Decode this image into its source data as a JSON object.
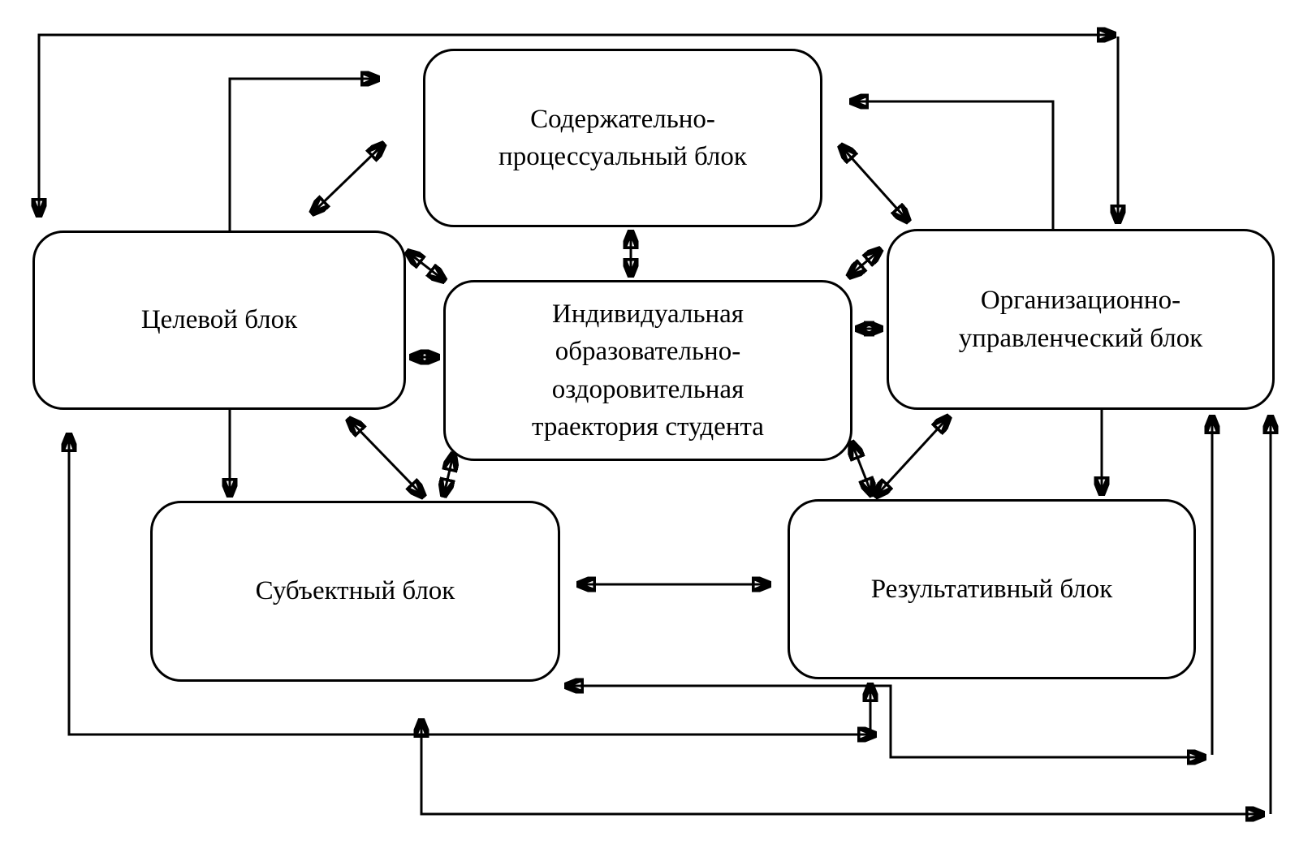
{
  "diagram": {
    "language": "ru",
    "colors": {
      "stroke": "#000000",
      "node_fill": "#ffffff",
      "background": "#ffffff"
    },
    "nodes": {
      "content": {
        "label": "Содержательно-\nпроцессуальный блок"
      },
      "target": {
        "label": "Целевой блок"
      },
      "trajectory": {
        "label": "Индивидуальная\nобразовательно-\nоздоровительная\nтраектория студента"
      },
      "org": {
        "label": "Организационно-\nуправленческий блок"
      },
      "subject": {
        "label": "Субъектный блок"
      },
      "result": {
        "label": "Результативный блок"
      }
    },
    "edges": [
      {
        "between": [
          "target",
          "content"
        ],
        "style": "diagonal",
        "double": true
      },
      {
        "between": [
          "target",
          "content"
        ],
        "style": "elbow-up-right",
        "double": false,
        "arrow_into": "content"
      },
      {
        "between": [
          "target",
          "trajectory"
        ],
        "style": "diagonal",
        "double": true
      },
      {
        "between": [
          "target",
          "trajectory"
        ],
        "style": "horizontal",
        "double": true
      },
      {
        "between": [
          "target",
          "subject"
        ],
        "style": "vertical",
        "double": false,
        "arrow_into": "subject"
      },
      {
        "between": [
          "content",
          "trajectory"
        ],
        "style": "vertical",
        "double": true
      },
      {
        "between": [
          "content",
          "org"
        ],
        "style": "diagonal",
        "double": true
      },
      {
        "between": [
          "org",
          "content"
        ],
        "style": "elbow-up-left",
        "double": false,
        "arrow_into": "content"
      },
      {
        "between": [
          "trajectory",
          "org"
        ],
        "style": "diagonal",
        "double": true
      },
      {
        "between": [
          "trajectory",
          "org"
        ],
        "style": "horizontal",
        "double": true
      },
      {
        "between": [
          "org",
          "result"
        ],
        "style": "vertical",
        "double": false,
        "arrow_into": "result"
      },
      {
        "between": [
          "trajectory",
          "subject"
        ],
        "style": "diagonal",
        "double": true
      },
      {
        "between": [
          "trajectory",
          "result"
        ],
        "style": "diagonal",
        "double": true
      },
      {
        "between": [
          "subject",
          "result"
        ],
        "style": "horizontal",
        "double": true
      },
      {
        "between": [
          "result",
          "org"
        ],
        "style": "diagonal",
        "double": true
      },
      {
        "between": [
          "target",
          "org"
        ],
        "style": "outer-top-frame",
        "double": false,
        "arrows_into": [
          "target",
          "org"
        ]
      },
      {
        "between": [
          "result",
          "subject"
        ],
        "style": "bottom-elbow",
        "double": false,
        "arrows_into": [
          "subject",
          "org-feedback-line"
        ]
      },
      {
        "between": [
          "feedback-line",
          "org"
        ],
        "style": "vertical-right",
        "double": false,
        "arrow_into": "org"
      },
      {
        "between": [
          "result",
          "target"
        ],
        "style": "bottom-feedback",
        "double": false,
        "arrows_into": [
          "target",
          "right"
        ]
      },
      {
        "between": [
          "feedback-line",
          "result"
        ],
        "style": "short-vertical",
        "double": false,
        "arrow_into": "result"
      },
      {
        "between": [
          "subject",
          "org"
        ],
        "style": "bottom-outer-frame",
        "double": false,
        "arrows_into": [
          "subject",
          "org"
        ]
      }
    ]
  }
}
